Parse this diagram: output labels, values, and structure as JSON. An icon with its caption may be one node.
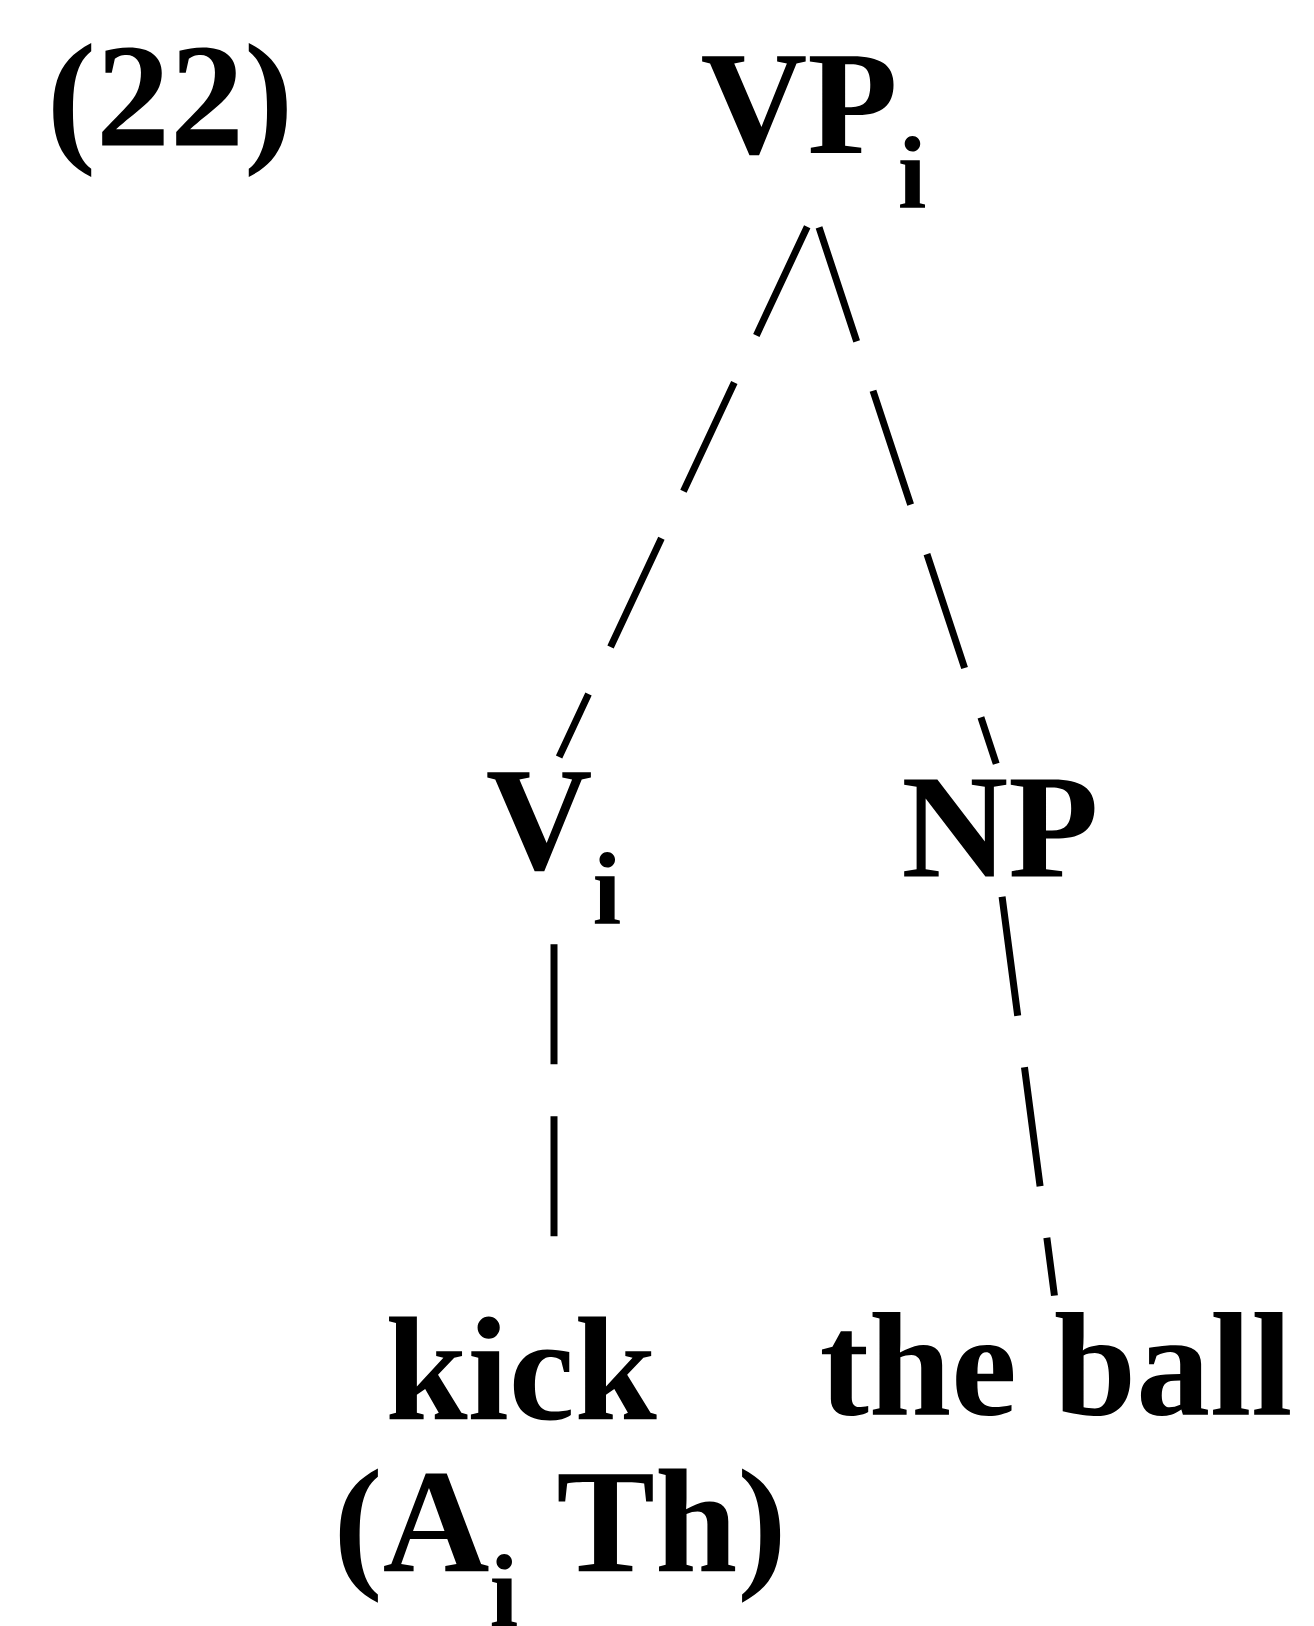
{
  "diagram": {
    "nodes": [
      {
        "text": [
          "VP$_{i}$"
        ]
      },
      {
        "text": [
          "V$_{i}$"
        ]
      },
      {
        "text": [
          "NP"
        ]
      },
      {
        "text": [
          "kick",
          "(A$_{i}$ Th)"
        ]
      },
      {
        "text": [
          "the ball"
        ]
      }
    ],
    "edges": [
      {
        "from": 0,
        "to": 1,
        "arrow": "none"
      },
      {
        "from": 0,
        "to": 2,
        "arrow": "none"
      },
      {
        "from": 1,
        "to": 3,
        "arrow": "none"
      },
      {
        "from": 2,
        "to": 4,
        "arrow": "none"
      }
    ],
    "labels": [
      "(22)"
    ]
  }
}
